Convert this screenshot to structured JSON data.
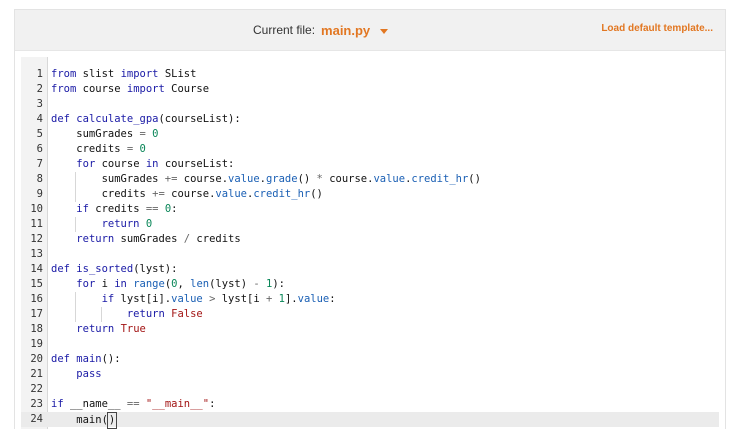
{
  "header": {
    "current_file_label": "Current file:",
    "file_name": "main.py",
    "load_template_label": "Load default template..."
  },
  "editor": {
    "lines": [
      {
        "n": "1",
        "tokens": [
          {
            "t": "from",
            "c": "kw"
          },
          {
            "t": " slist ",
            "c": ""
          },
          {
            "t": "import",
            "c": "kw"
          },
          {
            "t": " SList",
            "c": ""
          }
        ]
      },
      {
        "n": "2",
        "tokens": [
          {
            "t": "from",
            "c": "kw"
          },
          {
            "t": " course ",
            "c": ""
          },
          {
            "t": "import",
            "c": "kw"
          },
          {
            "t": " Course",
            "c": ""
          }
        ]
      },
      {
        "n": "3",
        "tokens": []
      },
      {
        "n": "4",
        "tokens": [
          {
            "t": "def",
            "c": "kw"
          },
          {
            "t": " ",
            "c": ""
          },
          {
            "t": "calculate_gpa",
            "c": "def"
          },
          {
            "t": "(courseList):",
            "c": ""
          }
        ]
      },
      {
        "n": "5",
        "tokens": [
          {
            "t": "    sumGrades ",
            "c": ""
          },
          {
            "t": "=",
            "c": "op"
          },
          {
            "t": " ",
            "c": ""
          },
          {
            "t": "0",
            "c": "num"
          }
        ]
      },
      {
        "n": "6",
        "tokens": [
          {
            "t": "    credits ",
            "c": ""
          },
          {
            "t": "=",
            "c": "op"
          },
          {
            "t": " ",
            "c": ""
          },
          {
            "t": "0",
            "c": "num"
          }
        ]
      },
      {
        "n": "7",
        "tokens": [
          {
            "t": "    ",
            "c": ""
          },
          {
            "t": "for",
            "c": "kw"
          },
          {
            "t": " course ",
            "c": ""
          },
          {
            "t": "in",
            "c": "kw"
          },
          {
            "t": " courseList:",
            "c": ""
          }
        ]
      },
      {
        "n": "8",
        "tokens": [
          {
            "t": "        sumGrades ",
            "c": ""
          },
          {
            "t": "+=",
            "c": "op"
          },
          {
            "t": " course.",
            "c": ""
          },
          {
            "t": "value",
            "c": "attr"
          },
          {
            "t": ".",
            "c": ""
          },
          {
            "t": "grade",
            "c": "attr"
          },
          {
            "t": "() ",
            "c": ""
          },
          {
            "t": "*",
            "c": "op"
          },
          {
            "t": " course.",
            "c": ""
          },
          {
            "t": "value",
            "c": "attr"
          },
          {
            "t": ".",
            "c": ""
          },
          {
            "t": "credit_hr",
            "c": "attr"
          },
          {
            "t": "()",
            "c": ""
          }
        ]
      },
      {
        "n": "9",
        "tokens": [
          {
            "t": "        credits ",
            "c": ""
          },
          {
            "t": "+=",
            "c": "op"
          },
          {
            "t": " course.",
            "c": ""
          },
          {
            "t": "value",
            "c": "attr"
          },
          {
            "t": ".",
            "c": ""
          },
          {
            "t": "credit_hr",
            "c": "attr"
          },
          {
            "t": "()",
            "c": ""
          }
        ]
      },
      {
        "n": "10",
        "tokens": [
          {
            "t": "    ",
            "c": ""
          },
          {
            "t": "if",
            "c": "kw"
          },
          {
            "t": " credits ",
            "c": ""
          },
          {
            "t": "==",
            "c": "op"
          },
          {
            "t": " ",
            "c": ""
          },
          {
            "t": "0",
            "c": "num"
          },
          {
            "t": ":",
            "c": ""
          }
        ]
      },
      {
        "n": "11",
        "tokens": [
          {
            "t": "        ",
            "c": ""
          },
          {
            "t": "return",
            "c": "kw"
          },
          {
            "t": " ",
            "c": ""
          },
          {
            "t": "0",
            "c": "num"
          }
        ]
      },
      {
        "n": "12",
        "tokens": [
          {
            "t": "    ",
            "c": ""
          },
          {
            "t": "return",
            "c": "kw"
          },
          {
            "t": " sumGrades ",
            "c": ""
          },
          {
            "t": "/",
            "c": "op"
          },
          {
            "t": " credits",
            "c": ""
          }
        ]
      },
      {
        "n": "13",
        "tokens": []
      },
      {
        "n": "14",
        "tokens": [
          {
            "t": "def",
            "c": "kw"
          },
          {
            "t": " ",
            "c": ""
          },
          {
            "t": "is_sorted",
            "c": "def"
          },
          {
            "t": "(lyst):",
            "c": ""
          }
        ]
      },
      {
        "n": "15",
        "tokens": [
          {
            "t": "    ",
            "c": ""
          },
          {
            "t": "for",
            "c": "kw"
          },
          {
            "t": " i ",
            "c": ""
          },
          {
            "t": "in",
            "c": "kw"
          },
          {
            "t": " ",
            "c": ""
          },
          {
            "t": "range",
            "c": "builtin"
          },
          {
            "t": "(",
            "c": ""
          },
          {
            "t": "0",
            "c": "num"
          },
          {
            "t": ", ",
            "c": ""
          },
          {
            "t": "len",
            "c": "builtin"
          },
          {
            "t": "(lyst) ",
            "c": ""
          },
          {
            "t": "-",
            "c": "op"
          },
          {
            "t": " ",
            "c": ""
          },
          {
            "t": "1",
            "c": "num"
          },
          {
            "t": "):",
            "c": ""
          }
        ]
      },
      {
        "n": "16",
        "tokens": [
          {
            "t": "        ",
            "c": ""
          },
          {
            "t": "if",
            "c": "kw"
          },
          {
            "t": " lyst[i].",
            "c": ""
          },
          {
            "t": "value",
            "c": "attr"
          },
          {
            "t": " ",
            "c": ""
          },
          {
            "t": ">",
            "c": "op"
          },
          {
            "t": " lyst[i ",
            "c": ""
          },
          {
            "t": "+",
            "c": "op"
          },
          {
            "t": " ",
            "c": ""
          },
          {
            "t": "1",
            "c": "num"
          },
          {
            "t": "].",
            "c": ""
          },
          {
            "t": "value",
            "c": "attr"
          },
          {
            "t": ":",
            "c": ""
          }
        ]
      },
      {
        "n": "17",
        "tokens": [
          {
            "t": "            ",
            "c": ""
          },
          {
            "t": "return",
            "c": "kw"
          },
          {
            "t": " ",
            "c": ""
          },
          {
            "t": "False",
            "c": "str"
          }
        ]
      },
      {
        "n": "18",
        "tokens": [
          {
            "t": "    ",
            "c": ""
          },
          {
            "t": "return",
            "c": "kw"
          },
          {
            "t": " ",
            "c": ""
          },
          {
            "t": "True",
            "c": "str"
          }
        ]
      },
      {
        "n": "19",
        "tokens": []
      },
      {
        "n": "20",
        "tokens": [
          {
            "t": "def",
            "c": "kw"
          },
          {
            "t": " ",
            "c": ""
          },
          {
            "t": "main",
            "c": "def"
          },
          {
            "t": "():",
            "c": ""
          }
        ]
      },
      {
        "n": "21",
        "tokens": [
          {
            "t": "    ",
            "c": ""
          },
          {
            "t": "pass",
            "c": "kw"
          }
        ]
      },
      {
        "n": "22",
        "tokens": []
      },
      {
        "n": "23",
        "tokens": [
          {
            "t": "if",
            "c": "kw"
          },
          {
            "t": " __name__ ",
            "c": ""
          },
          {
            "t": "==",
            "c": "op"
          },
          {
            "t": " ",
            "c": ""
          },
          {
            "t": "\"__main__\"",
            "c": "str"
          },
          {
            "t": ":",
            "c": ""
          }
        ]
      },
      {
        "n": "24",
        "tokens": [
          {
            "t": "    main(",
            "c": ""
          },
          {
            "t": ")",
            "c": "cursor"
          }
        ]
      }
    ],
    "active_line": "24"
  }
}
